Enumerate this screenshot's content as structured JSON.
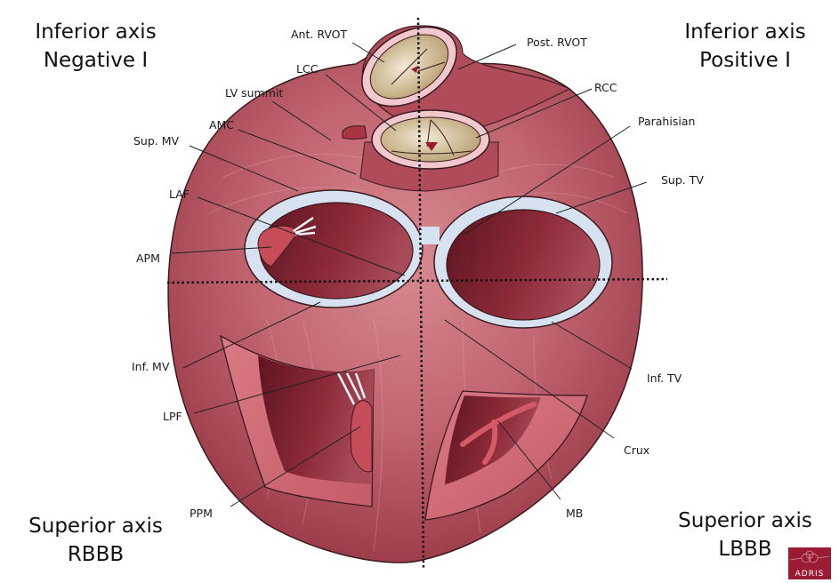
{
  "quadrants": {
    "top_left": {
      "line1": "Inferior axis",
      "line2": "Negative I"
    },
    "top_right": {
      "line1": "Inferior axis",
      "line2": "Positive I"
    },
    "bottom_left": {
      "line1": "Superior axis",
      "line2": "RBBB"
    },
    "bottom_right": {
      "line1": "Superior axis",
      "line2": "LBBB"
    }
  },
  "labels": {
    "ant_rvot": "Ant. RVOT",
    "post_rvot": "Post. RVOT",
    "lcc": "LCC",
    "rcc": "RCC",
    "lv_summit": "LV summit",
    "amc": "AMC",
    "parahisian": "Parahisian",
    "sup_mv": "Sup. MV",
    "sup_tv": "Sup. TV",
    "laf": "LAF",
    "apm": "APM",
    "inf_mv": "Inf. MV",
    "inf_tv": "Inf. TV",
    "lpf": "LPF",
    "crux": "Crux",
    "ppm": "PPM",
    "mb": "MB"
  },
  "logo": {
    "text": "ADRIS"
  },
  "colors": {
    "myocardium": "#b8545f",
    "myocardium_dark": "#8e2e3c",
    "cavity": "#7a1f2c",
    "annulus": "#d6e2f0",
    "valve_leaflet": "#e8dcc0",
    "logo_bg": "#9a1b33"
  }
}
